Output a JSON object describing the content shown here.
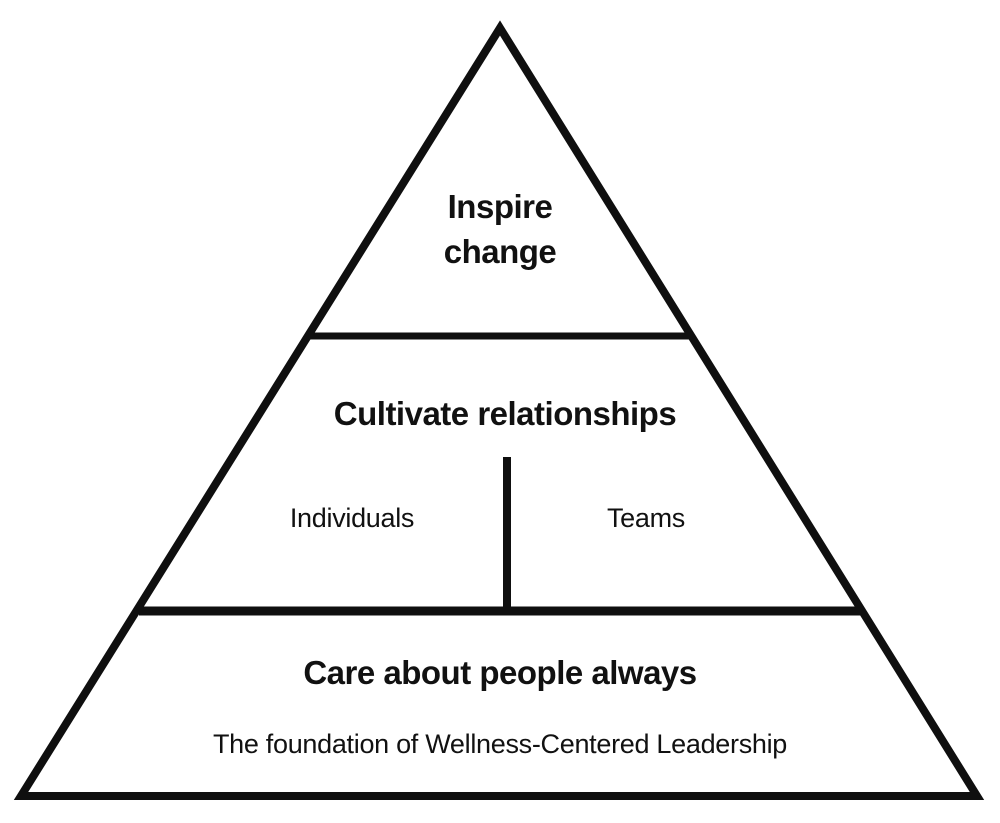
{
  "colors": {
    "background": "#ffffff",
    "line": "#0f0f0f",
    "text": "#111111"
  },
  "pyramid": {
    "top": {
      "label": "Inspire\nchange"
    },
    "middle": {
      "label": "Cultivate relationships",
      "left": "Individuals",
      "right": "Teams"
    },
    "bottom": {
      "label": "Care about people always",
      "subtitle": "The foundation of Wellness-Centered Leadership"
    }
  }
}
